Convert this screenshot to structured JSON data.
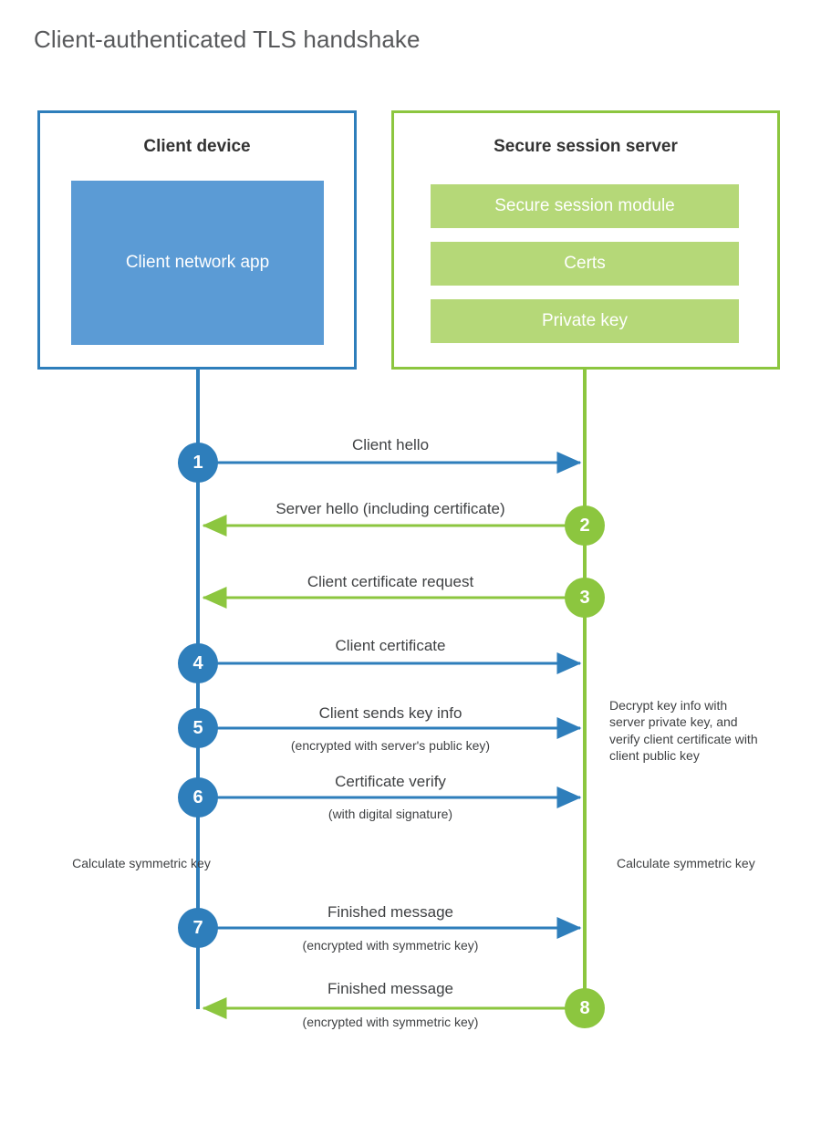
{
  "title": "Client-authenticated TLS handshake",
  "colors": {
    "blue_line": "#2e7ebb",
    "green_line": "#8cc63f",
    "client_app_fill": "#5b9bd5",
    "server_block_fill": "#b5d878",
    "text": "#3f4143",
    "title_text": "#58595b"
  },
  "panels": {
    "client": {
      "title": "Client device",
      "block": "Client network app"
    },
    "server": {
      "title": "Secure session server",
      "blocks": [
        "Secure session module",
        "Certs",
        "Private key"
      ]
    }
  },
  "steps": [
    {
      "number": "1",
      "label": "Client hello",
      "sub": "",
      "direction": "client-to-server",
      "actor": "client"
    },
    {
      "number": "2",
      "label": "Server hello (including certificate)",
      "sub": "",
      "direction": "server-to-client",
      "actor": "server"
    },
    {
      "number": "3",
      "label": "Client certificate request",
      "sub": "",
      "direction": "server-to-client",
      "actor": "server"
    },
    {
      "number": "4",
      "label": "Client certificate",
      "sub": "",
      "direction": "client-to-server",
      "actor": "client"
    },
    {
      "number": "5",
      "label": "Client sends key info",
      "sub": "(encrypted with server's public key)",
      "direction": "client-to-server",
      "actor": "client"
    },
    {
      "number": "6",
      "label": "Certificate verify",
      "sub": "(with digital signature)",
      "direction": "client-to-server",
      "actor": "client"
    },
    {
      "number": "7",
      "label": "Finished message",
      "sub": "(encrypted with symmetric key)",
      "direction": "client-to-server",
      "actor": "client"
    },
    {
      "number": "8",
      "label": "Finished message",
      "sub": "(encrypted with symmetric key)",
      "direction": "server-to-client",
      "actor": "server"
    }
  ],
  "notes": {
    "server_decrypt": "Decrypt key info with server private key, and verify client certificate with client public key",
    "client_calculate": "Calculate symmetric key",
    "server_calculate": "Calculate symmetric key"
  }
}
